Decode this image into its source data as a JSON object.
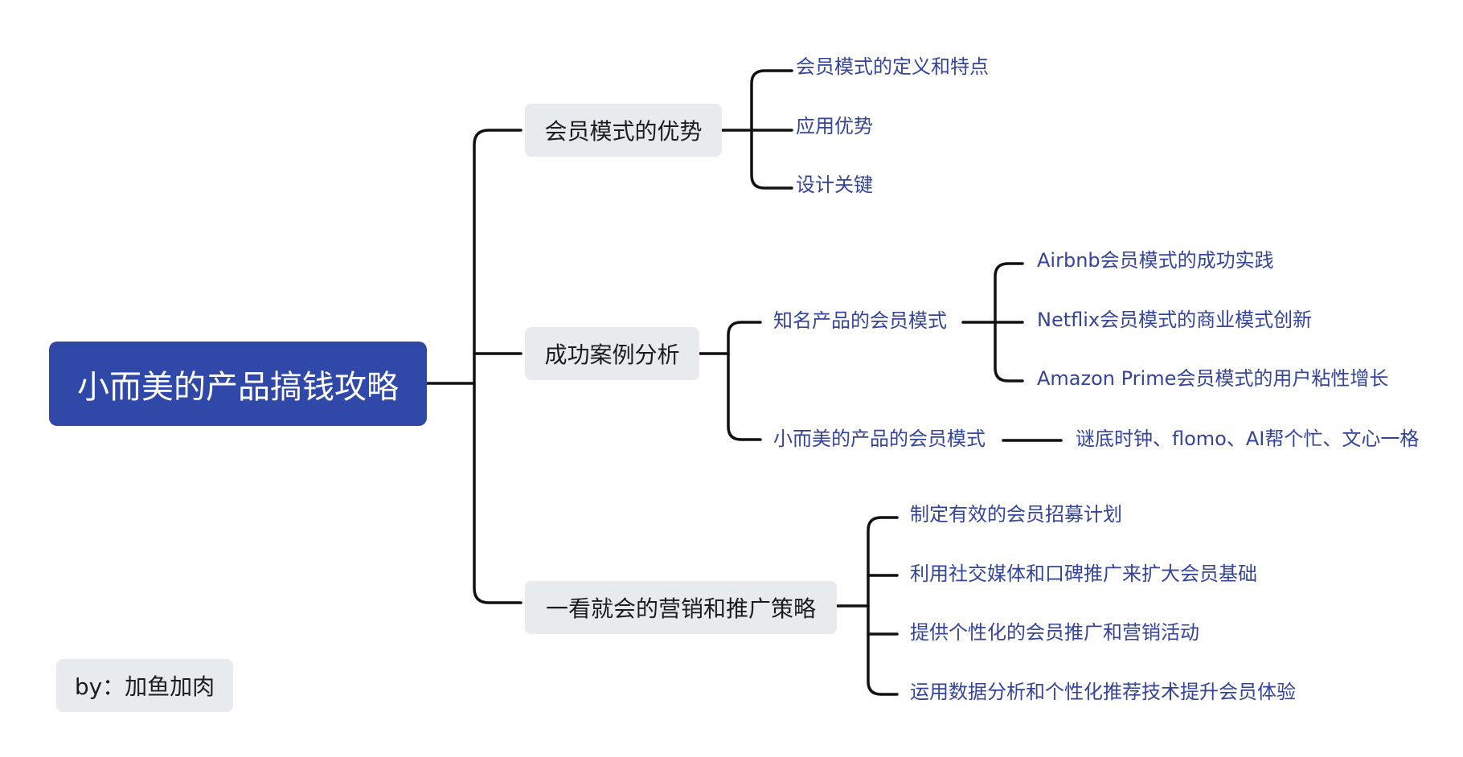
{
  "root": {
    "title": "小而美的产品搞钱攻略"
  },
  "branches": [
    {
      "label": "会员模式的优势",
      "children": [
        "会员模式的定义和特点",
        "应用优势",
        "设计关键"
      ]
    },
    {
      "label": "成功案例分析",
      "groups": [
        {
          "label": "知名产品的会员模式",
          "children": [
            "Airbnb会员模式的成功实践",
            "Netflix会员模式的商业模式创新",
            "Amazon Prime会员模式的用户粘性增长"
          ]
        },
        {
          "label": "小而美的产品的会员模式",
          "children": [
            "谜底时钟、flomo、AI帮个忙、文心一格"
          ]
        }
      ]
    },
    {
      "label": "一看就会的营销和推广策略",
      "children": [
        "制定有效的会员招募计划",
        "利用社交媒体和口碑推广来扩大会员基础",
        "提供个性化的会员推广和营销活动",
        "运用数据分析和个性化推荐技术提升会员体验"
      ]
    }
  ],
  "credit": "by：加鱼加肉"
}
